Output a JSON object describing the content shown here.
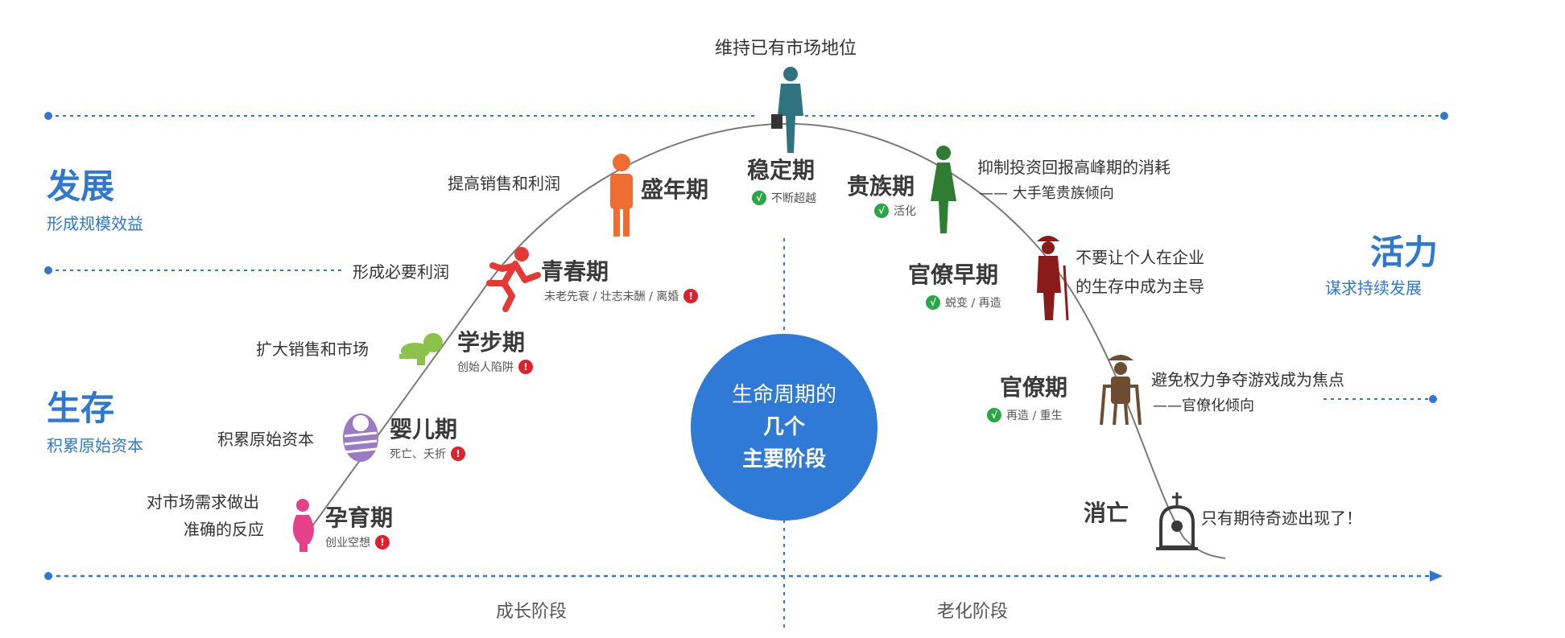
{
  "top_caption": "维持已有市场地位",
  "left_sections": [
    {
      "title": "发展",
      "subtitle": "形成规模效益"
    },
    {
      "title": "生存",
      "subtitle": "积累原始资本"
    }
  ],
  "right_section": {
    "title": "活力",
    "subtitle": "谋求持续发展"
  },
  "center": {
    "line1": "生命周期的",
    "line2": "几个",
    "line3": "主要阶段"
  },
  "axis": {
    "left_label": "成长阶段",
    "right_label": "老化阶段"
  },
  "stages": [
    {
      "name": "孕育期",
      "tag": "创业空想",
      "tag_status": "warn",
      "desc": [
        "对市场需求做出",
        "准确的反应"
      ],
      "icon": "pregnant-woman-icon",
      "color": "#e6408a"
    },
    {
      "name": "婴儿期",
      "tag": "死亡、夭折",
      "tag_status": "warn",
      "desc": [
        "积累原始资本"
      ],
      "icon": "swaddled-baby-icon",
      "color": "#9b7bc4"
    },
    {
      "name": "学步期",
      "tag": "创始人陷阱",
      "tag_status": "warn",
      "desc": [
        "扩大销售和市场"
      ],
      "icon": "crawling-baby-icon",
      "color": "#8bc34a"
    },
    {
      "name": "青春期",
      "tag": "未老先衰 / 壮志未酬 / 离婚",
      "tag_status": "warn",
      "desc": [
        "形成必要利润"
      ],
      "icon": "running-man-icon",
      "color": "#e53935"
    },
    {
      "name": "盛年期",
      "tag": "",
      "tag_status": "",
      "desc": [
        "提高销售和利润"
      ],
      "icon": "standing-man-icon",
      "color": "#ef6c32"
    },
    {
      "name": "稳定期",
      "tag": "不断超越",
      "tag_status": "ok",
      "desc": [],
      "icon": "businessman-icon",
      "color": "#2f7280"
    },
    {
      "name": "贵族期",
      "tag": "活化",
      "tag_status": "ok",
      "desc": [
        "抑制投资回报高峰期的消耗",
        "—— 大手笔贵族倾向"
      ],
      "icon": "noble-woman-icon",
      "color": "#2e7d32"
    },
    {
      "name": "官僚早期",
      "tag": "蜕变 / 再造",
      "tag_status": "ok",
      "desc": [
        "不要让个人在企业",
        "的生存中成为主导"
      ],
      "icon": "old-man-cane-icon",
      "color": "#8b1a1a"
    },
    {
      "name": "官僚期",
      "tag": "再造 / 重生",
      "tag_status": "ok",
      "desc": [
        "避免权力争夺游戏成为焦点",
        "——官僚化倾向"
      ],
      "icon": "elder-walker-icon",
      "color": "#6d4c2f"
    },
    {
      "name": "消亡",
      "tag": "",
      "tag_status": "",
      "desc": [
        "只有期待奇迹出现了！"
      ],
      "icon": "tombstone-icon",
      "color": "#3a3a3a"
    }
  ],
  "badges": {
    "ok": "√",
    "warn": "!"
  },
  "colors": {
    "accent": "#2e78d2",
    "curve": "#7a7a7a",
    "dash": "#2e78d2",
    "center": "#2e7ad6"
  }
}
